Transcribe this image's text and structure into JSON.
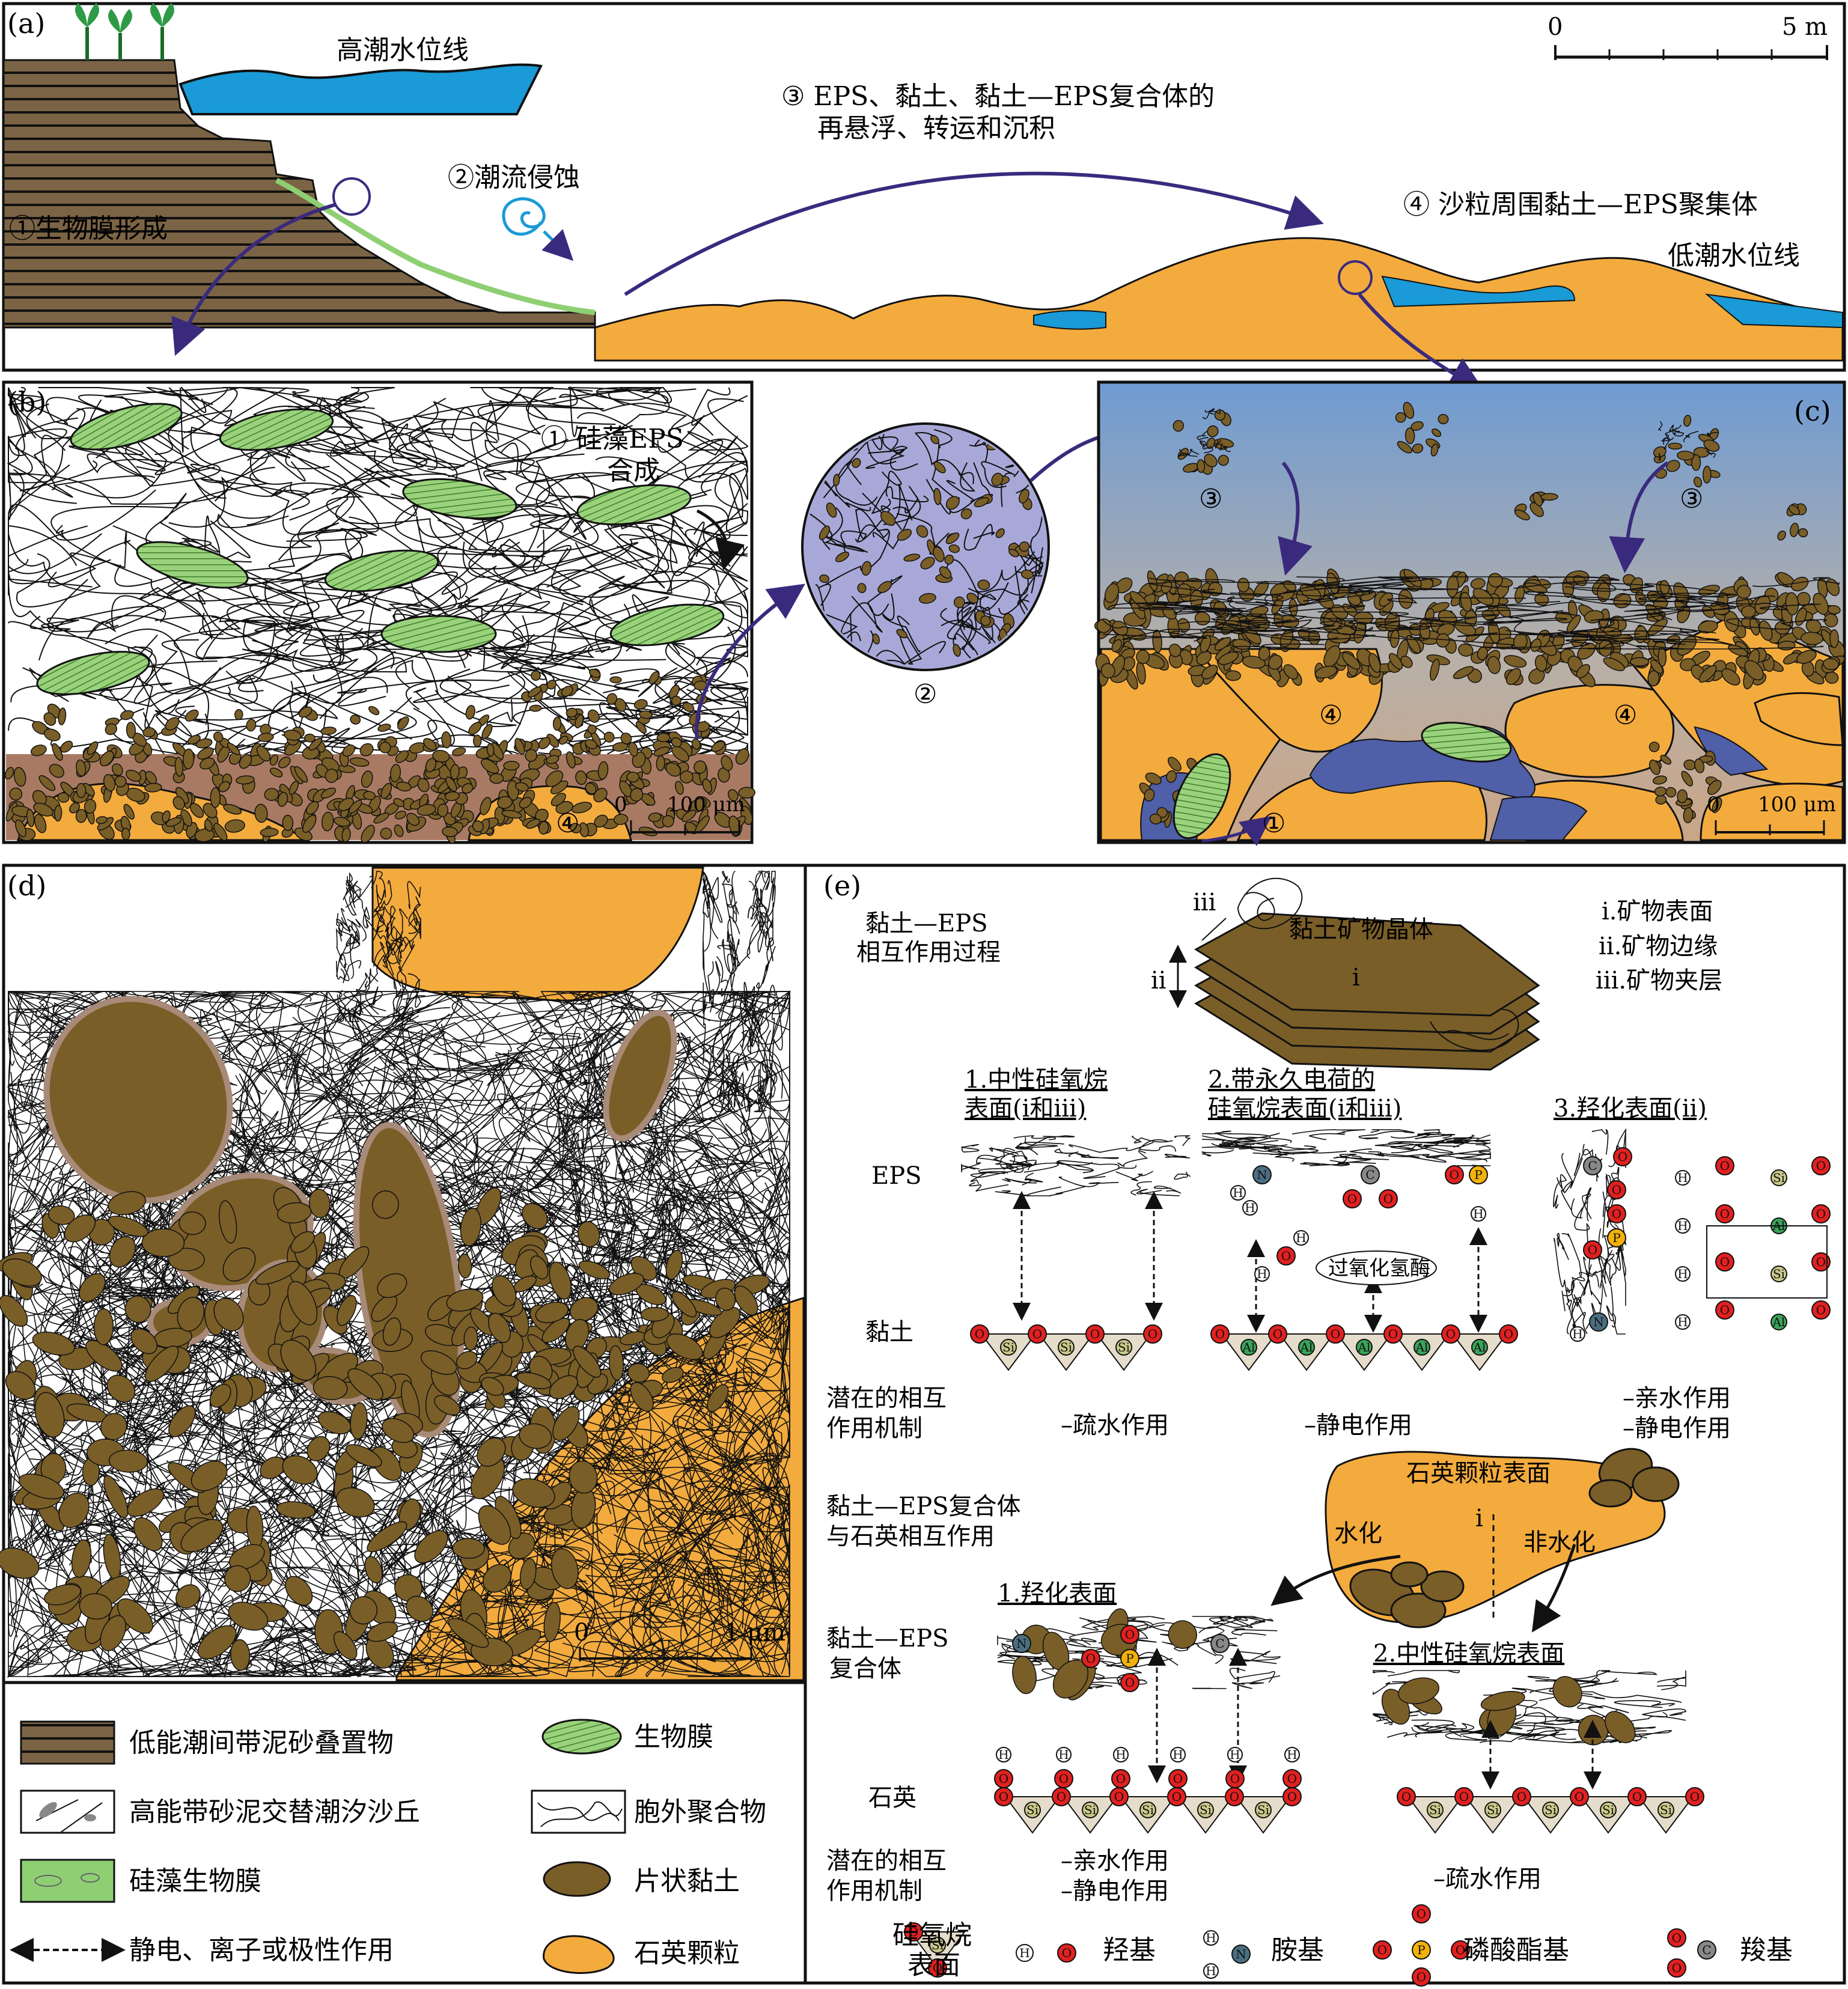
{
  "colors": {
    "mud": "#7b6445",
    "sand": "#f3ab3e",
    "clay": "#7a5e28",
    "biofilm": "#8fcf73",
    "diatom": "#9ad27c",
    "water": "#1a9ad6",
    "arrow": "#3a2a7e",
    "circle_fill": "#a8a8d8",
    "pore_blue": "#4f5fa8",
    "sky_top": "#6b9ad0",
    "sky_bottom": "#c4a98c"
  },
  "panel_a": {
    "label": "(a)",
    "high_tide": "高潮水位线",
    "low_tide": "低潮水位线",
    "step1": "①生物膜形成",
    "step2": "②潮流侵蚀",
    "step3_line1": "③ EPS、黏土、黏土—EPS复合体的",
    "step3_line2": "再悬浮、转运和沉积",
    "step4": "④ 沙粒周围黏土—EPS聚集体",
    "scale_zero": "0",
    "scale_end": "5 m"
  },
  "panel_b": {
    "label": "(b)",
    "note_line1": "① 硅藻EPS",
    "note_line2": "合成",
    "marker4": "④",
    "scale_zero": "0",
    "scale_end": "100 μm"
  },
  "circle2": {
    "label": "②"
  },
  "panel_c": {
    "label": "(c)",
    "m3a": "③",
    "m3b": "③",
    "m4a": "④",
    "m4b": "④",
    "m1": "①",
    "scale_zero": "0",
    "scale_end": "100 μm"
  },
  "panel_d": {
    "label": "(d)",
    "scale_zero": "0",
    "scale_end": "1 μm"
  },
  "legend": {
    "l1": "低能潮间带泥砂叠置物",
    "l2": "高能带砂泥交替潮汐沙丘",
    "l3": "硅藻生物膜",
    "l4": "静电、离子或极性作用",
    "r1": "生物膜",
    "r2": "胞外聚合物",
    "r3": "片状黏土",
    "r4": "石英颗粒"
  },
  "panel_e": {
    "label": "(e)",
    "title_line1": "黏土—EPS",
    "title_line2": "相互作用过程",
    "crystal": "黏土矿物晶体",
    "i": "i",
    "ii": "ii",
    "iii": "iii",
    "key_i": "ⅰ.矿物表面",
    "key_ii": "ⅱ.矿物边缘",
    "key_iii": "ⅲ.矿物夹层",
    "case1_line1": "1.中性硅氧烷",
    "case1_line2": "表面(ⅰ和ⅲ)",
    "case2_line1": "2.带永久电荷的",
    "case2_line2": "硅氧烷表面(ⅰ和ⅲ)",
    "case3": "3.羟化表面(ⅱ)",
    "eps": "EPS",
    "clay": "黏土",
    "mech_line1": "潜在的相互",
    "mech_line2": "作用机制",
    "m_hydrophobic": "–疏水作用",
    "m_electrostatic": "–静电作用",
    "m_hydrophilic": "–亲水作用",
    "m_electrostatic2": "–静电作用",
    "peroxidase": "过氧化氢酶",
    "quartz_section_line1": "黏土—EPS复合体",
    "quartz_section_line2": "与石英相互作用",
    "quartz_surface": "石英颗粒表面",
    "hydrated": "水化",
    "nonhydrated": "非水化",
    "q_case1": "1.羟化表面",
    "q_case2": "2.中性硅氧烷表面",
    "complex_line1": "黏土—EPS",
    "complex_line2": "复合体",
    "quartz": "石英",
    "qm_line1": "潜在的相互",
    "qm_line2": "作用机制",
    "qm_hydrophilic": "–亲水作用",
    "qm_electrostatic": "–静电作用",
    "qm_hydrophobic": "–疏水作用",
    "leg_siloxane_line1": "硅氧烷",
    "leg_siloxane_line2": "表面",
    "leg_hydroxyl": "羟基",
    "leg_amine": "胺基",
    "leg_phosphate": "磷酸酯基",
    "leg_carboxyl": "羧基",
    "atom_o": "O",
    "atom_h": "H",
    "atom_si": "Si",
    "atom_al": "Al",
    "atom_n": "N",
    "atom_p": "P",
    "atom_c": "C"
  }
}
